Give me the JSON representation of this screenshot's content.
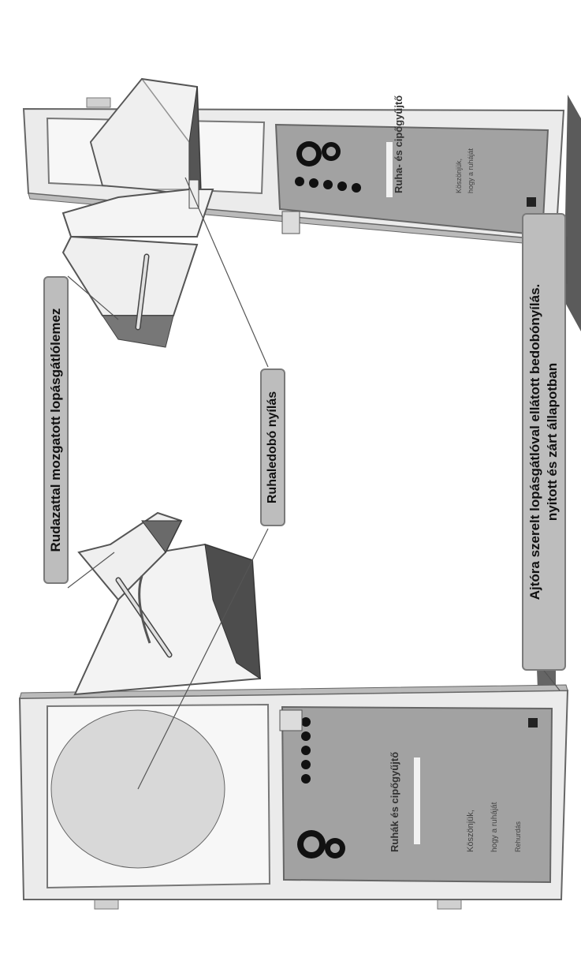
{
  "labels": {
    "mechanism": "Rudazattal mozgatott lopásgátlólemez",
    "opening": "Ruhaledobó nyílás",
    "caption_line1": "Ajtóra szerelt lopásgátlóval ellátott bedobónyílás.",
    "caption_line2": "nyitott és zárt állapotban"
  },
  "door_bottom": {
    "brand_text": "Ruhák és cipőgyűjtő",
    "text_line1": "Köszönjük,",
    "text_line2": "hogy a ruháját",
    "text_line3": "Rehurdás"
  },
  "door_top": {
    "brand_text": "Ruha- és cipőgyűjtő",
    "text_line1": "Köszönjük,",
    "text_line2": "hogy a ruháját"
  },
  "colors": {
    "label_fill": "#bdbdbd",
    "label_border": "#7a7a7a",
    "door_frame": "#e2e2e2",
    "panel_fill": "#9d9d9d",
    "shadow": "#4a4a4a"
  }
}
